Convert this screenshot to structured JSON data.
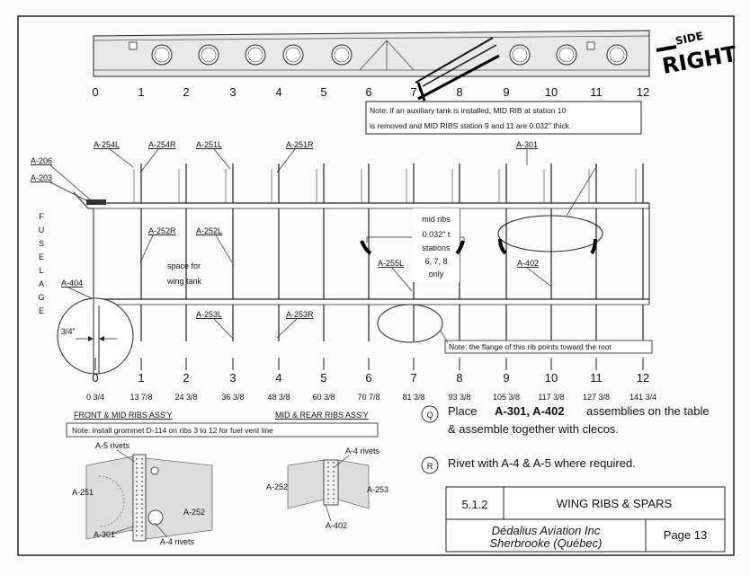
{
  "side_label": {
    "small": "SIDE",
    "large": "RIGHT"
  },
  "station_numbers_top": [
    "0",
    "1",
    "2",
    "3",
    "4",
    "5",
    "6",
    "7",
    "8",
    "9",
    "10",
    "11",
    "12"
  ],
  "station_numbers_bottom": [
    "0",
    "1",
    "2",
    "3",
    "4",
    "5",
    "6",
    "7",
    "8",
    "9",
    "10",
    "11",
    "12"
  ],
  "station_positions": [
    "0 3/4",
    "13 7/8",
    "24 3/8",
    "36 3/8",
    "48 3/8",
    "60 3/8",
    "70 7/8",
    "81 3/8",
    "93 3/8",
    "105 3/8",
    "117 3/8",
    "127 3/8",
    "141 3/4"
  ],
  "notes": {
    "aux_tank_line1": "Note: if an auxiliary tank is installed, MID RIB at station 10",
    "aux_tank_line2": "is removed and MID RIBS station 9 and 11 are 0.032'' thick.",
    "flange": "Note: the flange of this rib points toward the root",
    "grommet": "Note: install grommet D-114 on ribs 3 to 12 for fuel vent line"
  },
  "fuselage_letters": [
    "F",
    "U",
    "S",
    "E",
    "L",
    "A",
    "G",
    "E"
  ],
  "part_labels": {
    "a206": "A-206",
    "a203": "A-203",
    "a254l": "A-254L",
    "a254r": "A-254R",
    "a251l": "A-251L",
    "a251r": "A-251R",
    "a301": "A-301",
    "a252r": "A-252R",
    "a252l": "A-252L",
    "a404": "A-404",
    "a255l": "A-255L",
    "a402": "A-402",
    "a253l": "A-253L",
    "a253r": "A-253R"
  },
  "wing_tank_text": [
    "space for",
    "wing tank"
  ],
  "mid_ribs_text": [
    "mid ribs",
    "0.032\" t",
    "stations",
    "6, 7, 8",
    "only"
  ],
  "detail_dim": "3/4\"",
  "assy_titles": {
    "front_mid": "FRONT & MID RIBS ASS'Y",
    "mid_rear": "MID & REAR RIBS ASS'Y"
  },
  "detail_labels": {
    "a5_rivets": "A-5 rivets",
    "a251": "A-251",
    "a252_left": "A-252",
    "a301": "A-301",
    "a4_rivets_left": "A-4 rivets",
    "a4_rivets_right": "A-4 rivets",
    "a252_right": "A-252",
    "a253": "A-253",
    "a402": "A-402"
  },
  "steps": [
    {
      "letter": "Q",
      "pre": "Place",
      "bold": "A-301, A-402",
      "post": "assemblies on the table",
      "line2": "& assemble together with clecos."
    },
    {
      "letter": "R",
      "text": "Rivet with A-4 & A-5 where required."
    }
  ],
  "title_block": {
    "section": "5.1.2",
    "title": "WING RIBS & SPARS",
    "company": "Dédalius Aviation Inc",
    "city": "Sherbrooke (Québec)",
    "page": "Page 13"
  }
}
